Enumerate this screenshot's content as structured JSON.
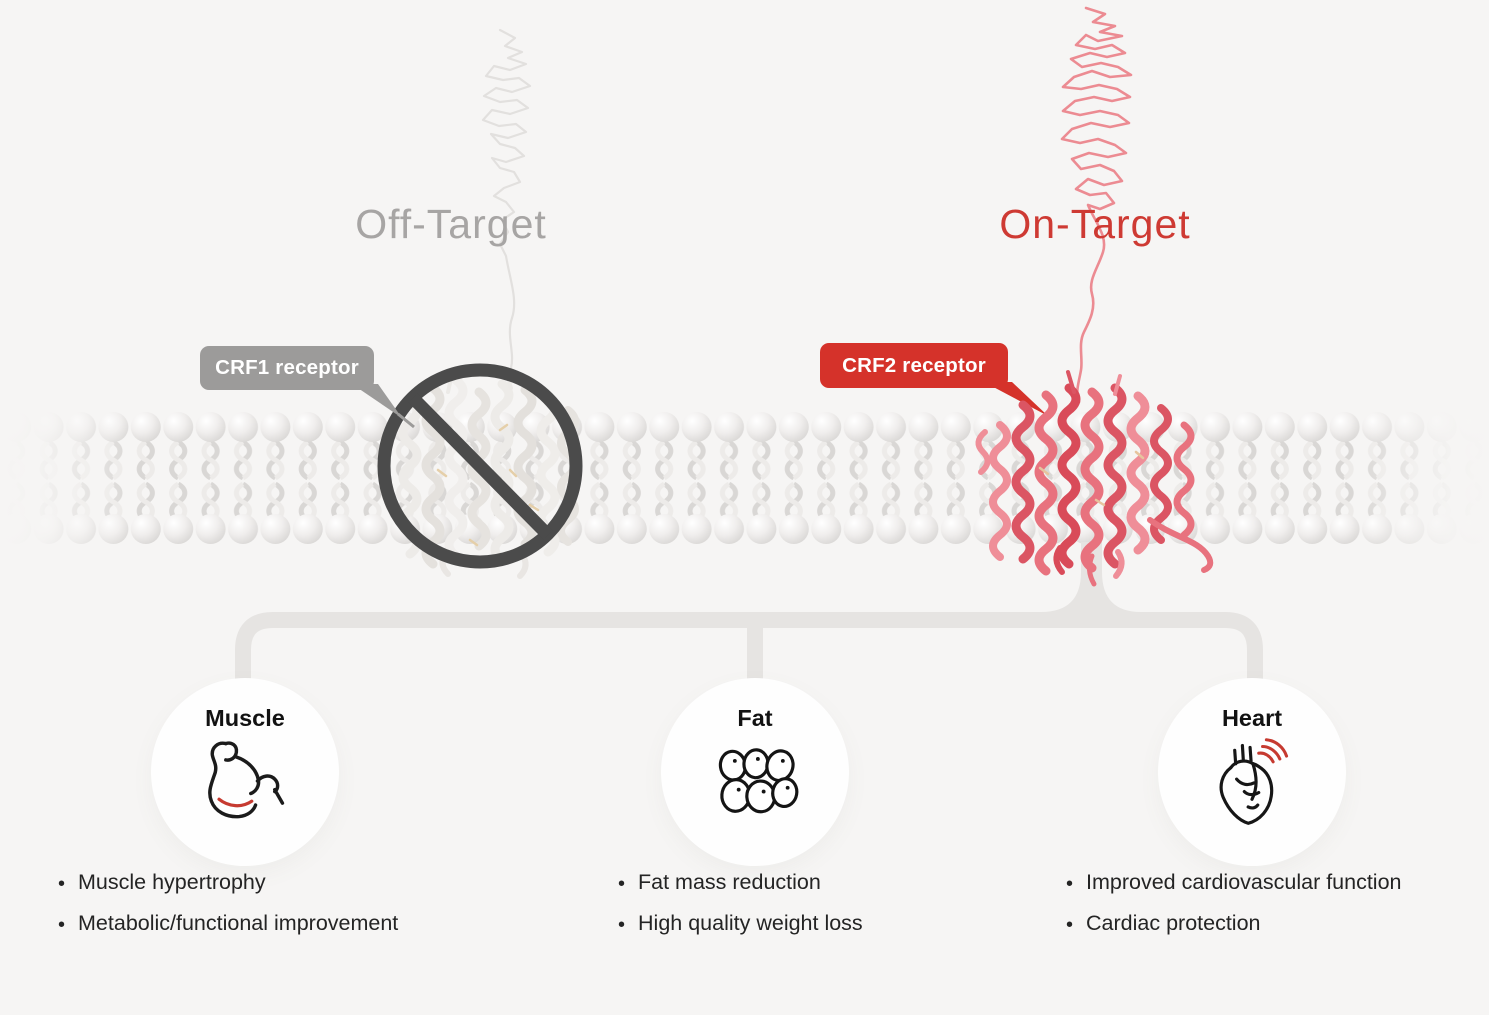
{
  "palette": {
    "background": "#f6f5f4",
    "accent_red": "#d5322a",
    "on_target_red": "#ce3a33",
    "off_target_gray": "#a7a5a4",
    "badge_gray": "#9c9b9a",
    "connector_gray": "#e6e4e2",
    "prohibition_gray": "#4b4b4b",
    "ribbon_red": "#e0616e",
    "text_dark": "#242424"
  },
  "glyphs": {
    "bullet": "•"
  },
  "labels": {
    "off_target": "Off-Target",
    "on_target": "On-Target"
  },
  "receptors": {
    "crf1": {
      "label": "CRF1 receptor"
    },
    "crf2": {
      "label": "CRF2 receptor"
    }
  },
  "outcomes": [
    {
      "title": "Muscle",
      "icon": "bicep-icon",
      "bullets": [
        "Muscle hypertrophy",
        "Metabolic/functional improvement"
      ]
    },
    {
      "title": "Fat",
      "icon": "fat-cells-icon",
      "bullets": [
        "Fat mass reduction",
        "High quality weight loss"
      ]
    },
    {
      "title": "Heart",
      "icon": "heart-icon",
      "bullets": [
        "Improved cardiovascular function",
        "Cardiac protection"
      ]
    }
  ]
}
